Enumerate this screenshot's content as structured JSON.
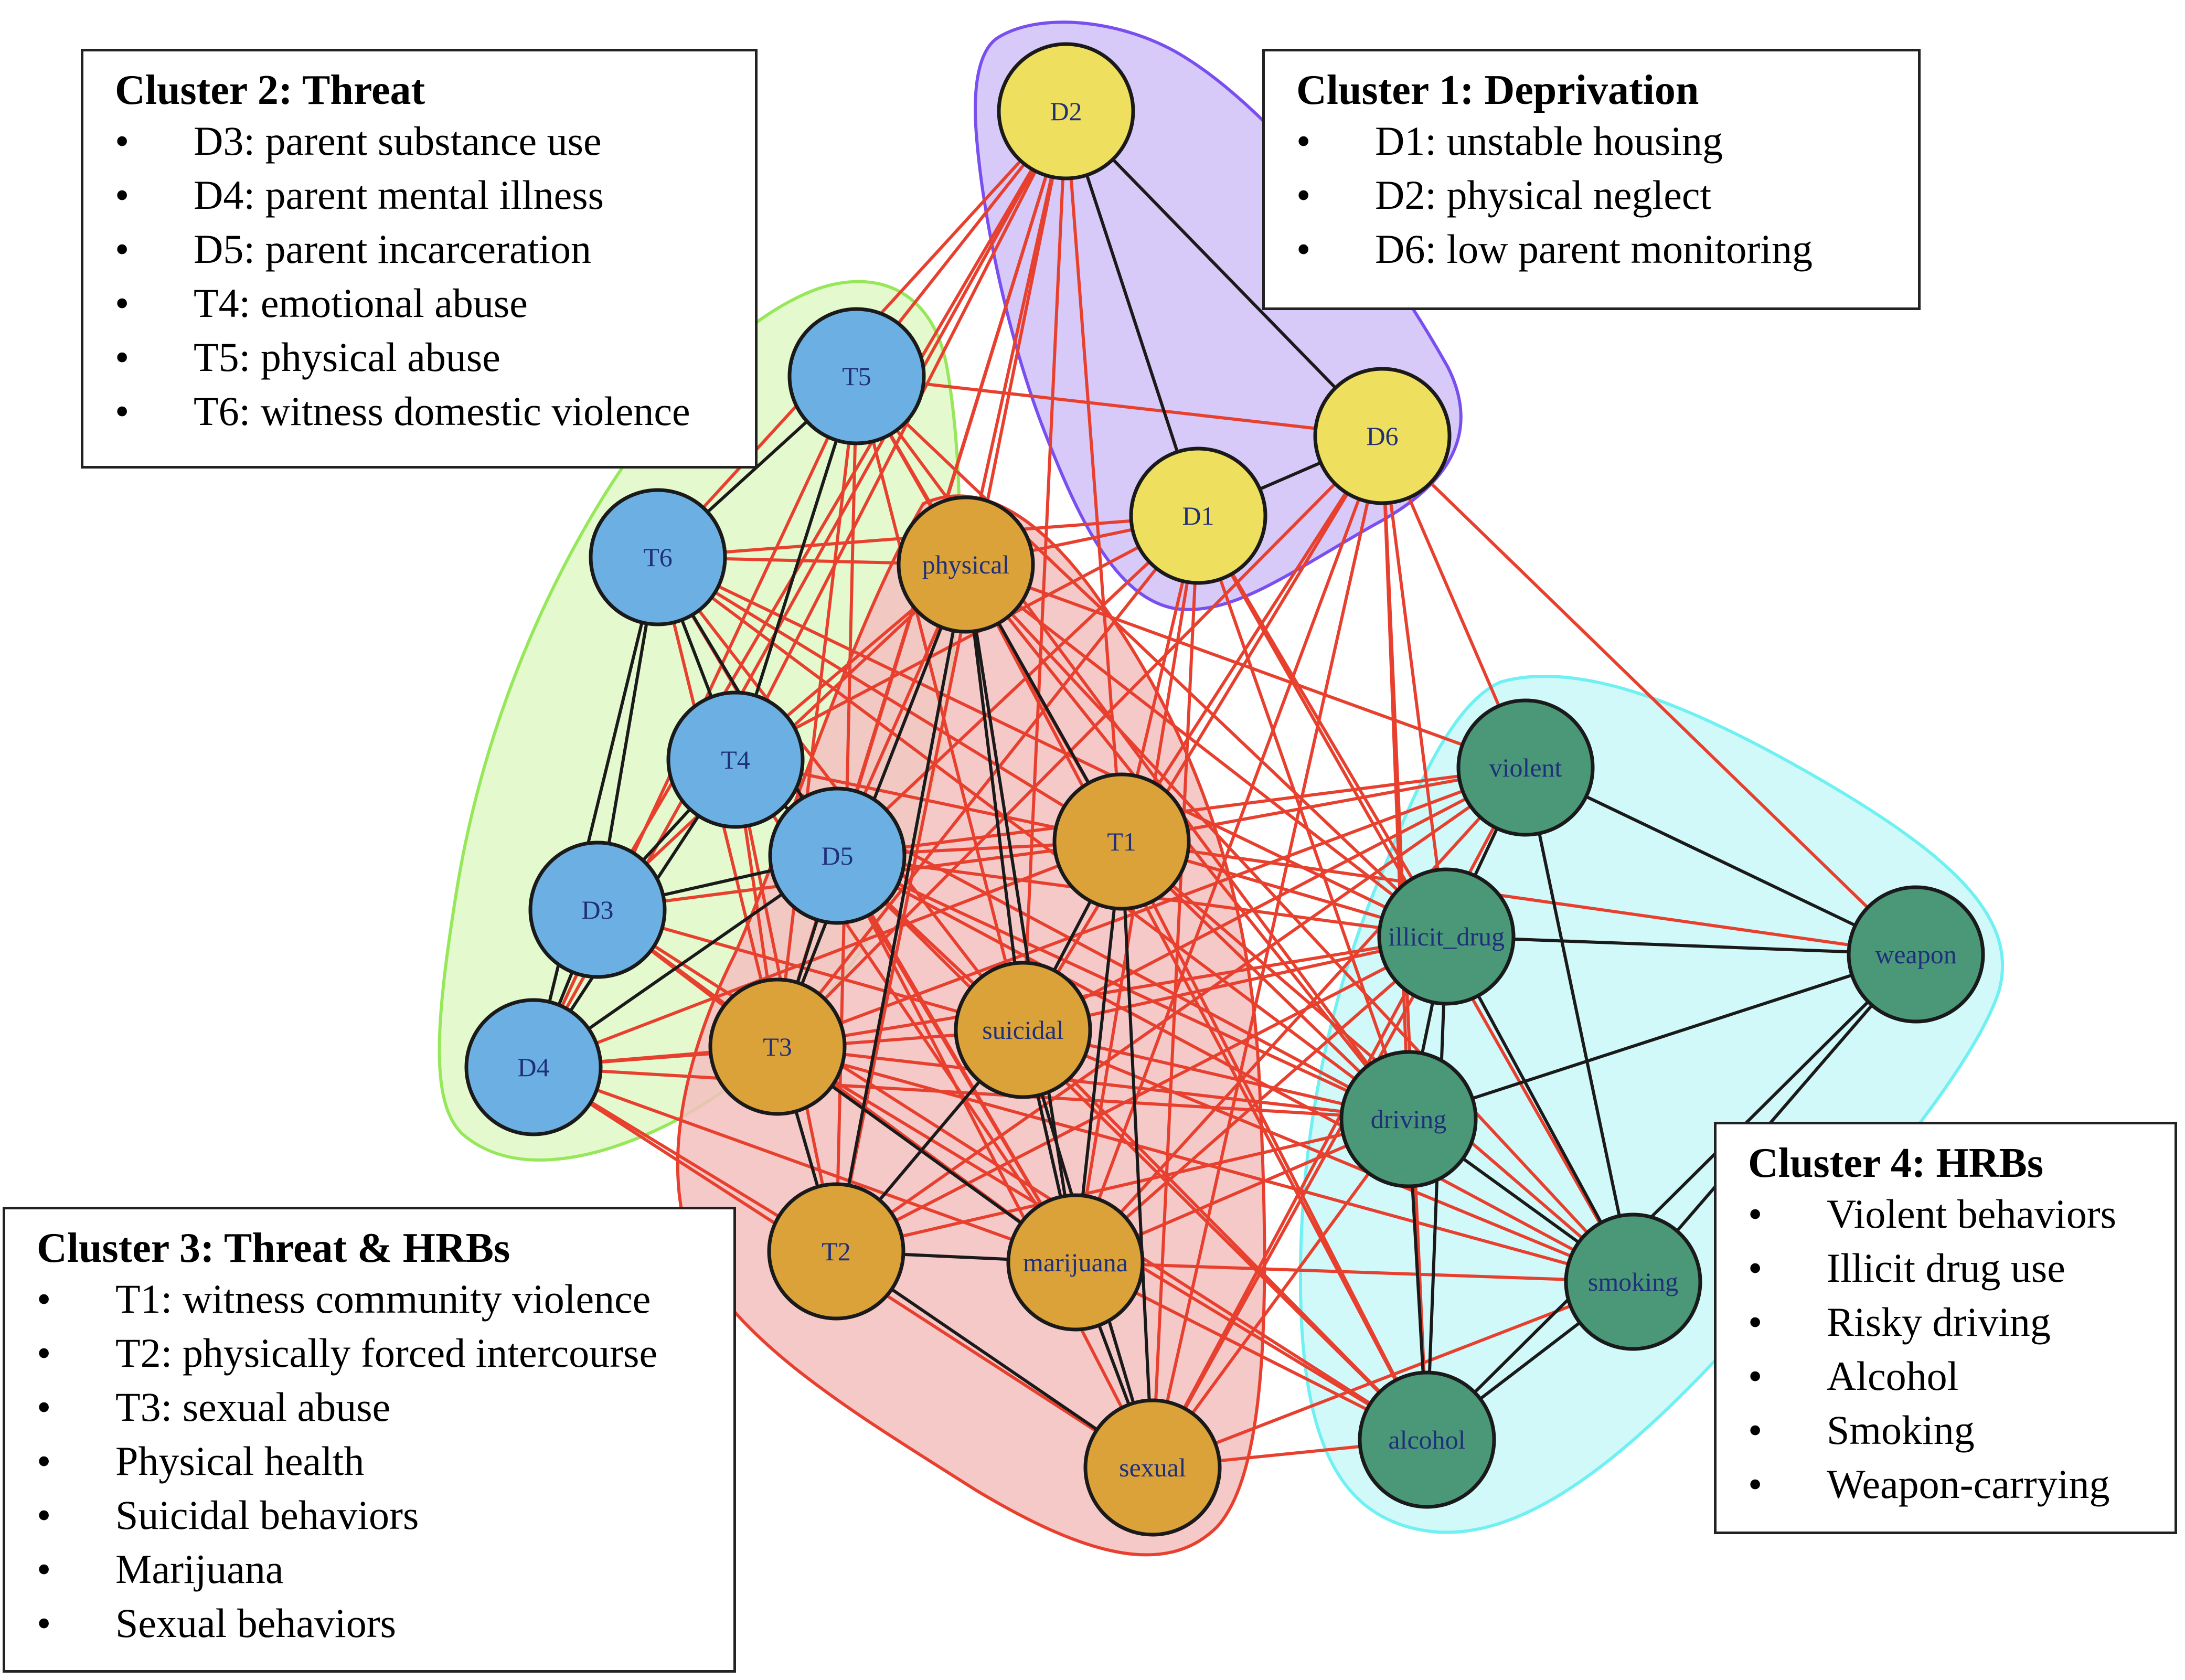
{
  "colors": {
    "within_edge": "#1a1a1a",
    "between_edge": "#e8402f",
    "node_stroke": "#1a1a1a",
    "label_text": "#1f2f7a"
  },
  "clusters": [
    {
      "id": "c1",
      "name": "Deprivation",
      "hull_fill": "#d4c4f7",
      "hull_stroke": "#7a4ff0",
      "node_fill": "#efdf5e",
      "nodes": [
        "D2",
        "D6",
        "D1"
      ]
    },
    {
      "id": "c2",
      "name": "Threat",
      "hull_fill": "#e2f8c9",
      "hull_stroke": "#96e85a",
      "node_fill": "#6cb0e3",
      "nodes": [
        "T5",
        "T6",
        "T4",
        "D5",
        "D3",
        "D4"
      ]
    },
    {
      "id": "c3",
      "name": "Threat & HRBs",
      "hull_fill": "#f4c0c0",
      "hull_stroke": "#e8402f",
      "node_fill": "#dca23a",
      "nodes": [
        "physical",
        "T1",
        "T3",
        "suicidal",
        "T2",
        "marijuana",
        "sexual"
      ]
    },
    {
      "id": "c4",
      "name": "HRBs",
      "hull_fill": "#ccf8f8",
      "hull_stroke": "#6ff0f2",
      "node_fill": "#4a9877",
      "nodes": [
        "violent",
        "illicit_drug",
        "weapon",
        "driving",
        "smoking",
        "alcohol"
      ]
    }
  ],
  "nodes": [
    {
      "id": "D2",
      "label": "D2",
      "cluster": "c1"
    },
    {
      "id": "D6",
      "label": "D6",
      "cluster": "c1"
    },
    {
      "id": "D1",
      "label": "D1",
      "cluster": "c1"
    },
    {
      "id": "T5",
      "label": "T5",
      "cluster": "c2"
    },
    {
      "id": "T6",
      "label": "T6",
      "cluster": "c2"
    },
    {
      "id": "T4",
      "label": "T4",
      "cluster": "c2"
    },
    {
      "id": "D5",
      "label": "D5",
      "cluster": "c2"
    },
    {
      "id": "D3",
      "label": "D3",
      "cluster": "c2"
    },
    {
      "id": "D4",
      "label": "D4",
      "cluster": "c2"
    },
    {
      "id": "physical",
      "label": "physical",
      "cluster": "c3"
    },
    {
      "id": "T1",
      "label": "T1",
      "cluster": "c3"
    },
    {
      "id": "T3",
      "label": "T3",
      "cluster": "c3"
    },
    {
      "id": "suicidal",
      "label": "suicidal",
      "cluster": "c3"
    },
    {
      "id": "T2",
      "label": "T2",
      "cluster": "c3"
    },
    {
      "id": "marijuana",
      "label": "marijuana",
      "cluster": "c3"
    },
    {
      "id": "sexual",
      "label": "sexual",
      "cluster": "c3"
    },
    {
      "id": "violent",
      "label": "violent",
      "cluster": "c4"
    },
    {
      "id": "illicit_drug",
      "label": "illicit_drug",
      "cluster": "c4"
    },
    {
      "id": "weapon",
      "label": "weapon",
      "cluster": "c4"
    },
    {
      "id": "driving",
      "label": "driving",
      "cluster": "c4"
    },
    {
      "id": "smoking",
      "label": "smoking",
      "cluster": "c4"
    },
    {
      "id": "alcohol",
      "label": "alcohol",
      "cluster": "c4"
    }
  ],
  "edges_within": [
    [
      "D2",
      "D1"
    ],
    [
      "D2",
      "D6"
    ],
    [
      "D1",
      "D6"
    ],
    [
      "T5",
      "T6"
    ],
    [
      "T5",
      "T4"
    ],
    [
      "T6",
      "T4"
    ],
    [
      "T6",
      "D3"
    ],
    [
      "T6",
      "D4"
    ],
    [
      "T4",
      "D3"
    ],
    [
      "T4",
      "D4"
    ],
    [
      "T4",
      "D5"
    ],
    [
      "D5",
      "D3"
    ],
    [
      "D5",
      "D4"
    ],
    [
      "D3",
      "D4"
    ],
    [
      "T6",
      "D5"
    ],
    [
      "physical",
      "T1"
    ],
    [
      "physical",
      "suicidal"
    ],
    [
      "physical",
      "T2"
    ],
    [
      "physical",
      "marijuana"
    ],
    [
      "physical",
      "T3"
    ],
    [
      "T1",
      "suicidal"
    ],
    [
      "T1",
      "marijuana"
    ],
    [
      "T1",
      "sexual"
    ],
    [
      "T3",
      "T2"
    ],
    [
      "T3",
      "marijuana"
    ],
    [
      "suicidal",
      "T2"
    ],
    [
      "suicidal",
      "marijuana"
    ],
    [
      "suicidal",
      "sexual"
    ],
    [
      "T2",
      "marijuana"
    ],
    [
      "T2",
      "sexual"
    ],
    [
      "marijuana",
      "sexual"
    ],
    [
      "D5",
      "T3"
    ],
    [
      "violent",
      "illicit_drug"
    ],
    [
      "violent",
      "weapon"
    ],
    [
      "violent",
      "smoking"
    ],
    [
      "illicit_drug",
      "weapon"
    ],
    [
      "illicit_drug",
      "driving"
    ],
    [
      "illicit_drug",
      "smoking"
    ],
    [
      "illicit_drug",
      "alcohol"
    ],
    [
      "weapon",
      "driving"
    ],
    [
      "weapon",
      "smoking"
    ],
    [
      "weapon",
      "alcohol"
    ],
    [
      "driving",
      "smoking"
    ],
    [
      "driving",
      "alcohol"
    ],
    [
      "smoking",
      "alcohol"
    ]
  ],
  "edges_between": [
    [
      "D2",
      "T5"
    ],
    [
      "D2",
      "T6"
    ],
    [
      "D2",
      "T4"
    ],
    [
      "D2",
      "D5"
    ],
    [
      "D2",
      "D3"
    ],
    [
      "D2",
      "D4"
    ],
    [
      "D2",
      "physical"
    ],
    [
      "D2",
      "T3"
    ],
    [
      "D2",
      "suicidal"
    ],
    [
      "D2",
      "T2"
    ],
    [
      "D2",
      "T1"
    ],
    [
      "D6",
      "T5"
    ],
    [
      "D6",
      "T1"
    ],
    [
      "D6",
      "suicidal"
    ],
    [
      "D6",
      "illicit_drug"
    ],
    [
      "D6",
      "driving"
    ],
    [
      "D6",
      "violent"
    ],
    [
      "D6",
      "marijuana"
    ],
    [
      "D6",
      "sexual"
    ],
    [
      "D6",
      "alcohol"
    ],
    [
      "D6",
      "weapon"
    ],
    [
      "D6",
      "T3"
    ],
    [
      "D1",
      "physical"
    ],
    [
      "D1",
      "T6"
    ],
    [
      "D1",
      "T4"
    ],
    [
      "D1",
      "T1"
    ],
    [
      "D1",
      "illicit_drug"
    ],
    [
      "D1",
      "driving"
    ],
    [
      "D1",
      "smoking"
    ],
    [
      "D1",
      "marijuana"
    ],
    [
      "D1",
      "sexual"
    ],
    [
      "D1",
      "T3"
    ],
    [
      "D1",
      "D5"
    ],
    [
      "T5",
      "physical"
    ],
    [
      "T5",
      "T1"
    ],
    [
      "T5",
      "suicidal"
    ],
    [
      "T5",
      "T3"
    ],
    [
      "T5",
      "T2"
    ],
    [
      "T5",
      "driving"
    ],
    [
      "T5",
      "illicit_drug"
    ],
    [
      "T5",
      "D4"
    ],
    [
      "T6",
      "physical"
    ],
    [
      "T6",
      "T1"
    ],
    [
      "T6",
      "suicidal"
    ],
    [
      "T6",
      "T3"
    ],
    [
      "T6",
      "illicit_drug"
    ],
    [
      "T6",
      "driving"
    ],
    [
      "T6",
      "marijuana"
    ],
    [
      "T4",
      "physical"
    ],
    [
      "T4",
      "T1"
    ],
    [
      "T4",
      "suicidal"
    ],
    [
      "T4",
      "T3"
    ],
    [
      "T4",
      "T2"
    ],
    [
      "T4",
      "marijuana"
    ],
    [
      "T4",
      "driving"
    ],
    [
      "D5",
      "physical"
    ],
    [
      "D5",
      "T1"
    ],
    [
      "D5",
      "suicidal"
    ],
    [
      "D5",
      "violent"
    ],
    [
      "D5",
      "illicit_drug"
    ],
    [
      "D5",
      "driving"
    ],
    [
      "D5",
      "smoking"
    ],
    [
      "D5",
      "alcohol"
    ],
    [
      "D5",
      "marijuana"
    ],
    [
      "D5",
      "sexual"
    ],
    [
      "D3",
      "physical"
    ],
    [
      "D3",
      "T1"
    ],
    [
      "D3",
      "T3"
    ],
    [
      "D3",
      "suicidal"
    ],
    [
      "D3",
      "marijuana"
    ],
    [
      "D3",
      "alcohol"
    ],
    [
      "D4",
      "T3"
    ],
    [
      "D4",
      "suicidal"
    ],
    [
      "D4",
      "T1"
    ],
    [
      "D4",
      "marijuana"
    ],
    [
      "D4",
      "driving"
    ],
    [
      "D4",
      "T2"
    ],
    [
      "D4",
      "sexual"
    ],
    [
      "physical",
      "violent"
    ],
    [
      "physical",
      "illicit_drug"
    ],
    [
      "physical",
      "driving"
    ],
    [
      "physical",
      "smoking"
    ],
    [
      "physical",
      "alcohol"
    ],
    [
      "T1",
      "violent"
    ],
    [
      "T1",
      "illicit_drug"
    ],
    [
      "T1",
      "driving"
    ],
    [
      "T1",
      "smoking"
    ],
    [
      "T1",
      "alcohol"
    ],
    [
      "T1",
      "weapon"
    ],
    [
      "T3",
      "violent"
    ],
    [
      "T3",
      "illicit_drug"
    ],
    [
      "T3",
      "driving"
    ],
    [
      "T3",
      "smoking"
    ],
    [
      "T3",
      "alcohol"
    ],
    [
      "suicidal",
      "violent"
    ],
    [
      "suicidal",
      "illicit_drug"
    ],
    [
      "suicidal",
      "driving"
    ],
    [
      "suicidal",
      "smoking"
    ],
    [
      "suicidal",
      "alcohol"
    ],
    [
      "T2",
      "violent"
    ],
    [
      "T2",
      "illicit_drug"
    ],
    [
      "T2",
      "driving"
    ],
    [
      "marijuana",
      "violent"
    ],
    [
      "marijuana",
      "illicit_drug"
    ],
    [
      "marijuana",
      "driving"
    ],
    [
      "marijuana",
      "smoking"
    ],
    [
      "marijuana",
      "alcohol"
    ],
    [
      "sexual",
      "violent"
    ],
    [
      "sexual",
      "illicit_drug"
    ],
    [
      "sexual",
      "driving"
    ],
    [
      "sexual",
      "smoking"
    ],
    [
      "sexual",
      "alcohol"
    ]
  ],
  "legends": {
    "cluster1": {
      "title": "Cluster 1: Deprivation",
      "items": [
        "D1: unstable housing",
        "D2: physical neglect",
        "D6: low parent monitoring"
      ]
    },
    "cluster2": {
      "title": "Cluster 2: Threat",
      "items": [
        "D3: parent substance use",
        "D4: parent mental illness",
        "D5: parent incarceration",
        "T4: emotional abuse",
        "T5: physical abuse",
        "T6: witness domestic violence"
      ]
    },
    "cluster3": {
      "title": "Cluster 3: Threat & HRBs",
      "items": [
        "T1: witness community violence",
        "T2: physically forced intercourse",
        "T3: sexual abuse",
        "Physical health",
        "Suicidal behaviors",
        "Marijuana",
        "Sexual behaviors"
      ]
    },
    "cluster4": {
      "title": "Cluster 4: HRBs",
      "items": [
        "Violent behaviors",
        "Illicit drug use",
        "Risky driving",
        "Alcohol",
        "Smoking",
        "Weapon-carrying"
      ]
    }
  },
  "bullet": "•"
}
